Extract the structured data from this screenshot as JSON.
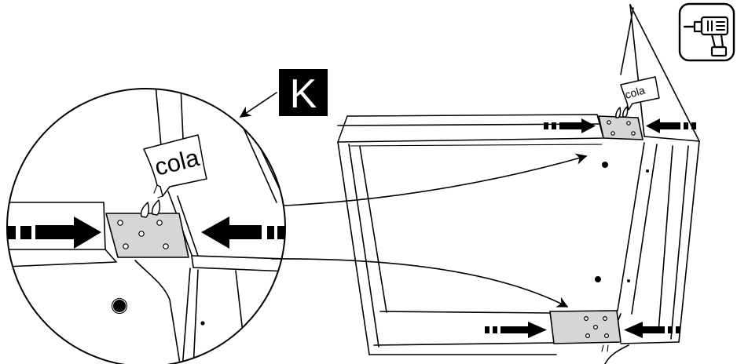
{
  "labels": {
    "step_letter": "K",
    "glue_detail": "cola",
    "glue_frame": "cola"
  },
  "icons": {
    "tool": "drill-icon",
    "push_arrow": "arrow-icon"
  },
  "colors": {
    "ink": "#000000",
    "paper": "#ffffff",
    "plate": "#d6d6d6"
  }
}
